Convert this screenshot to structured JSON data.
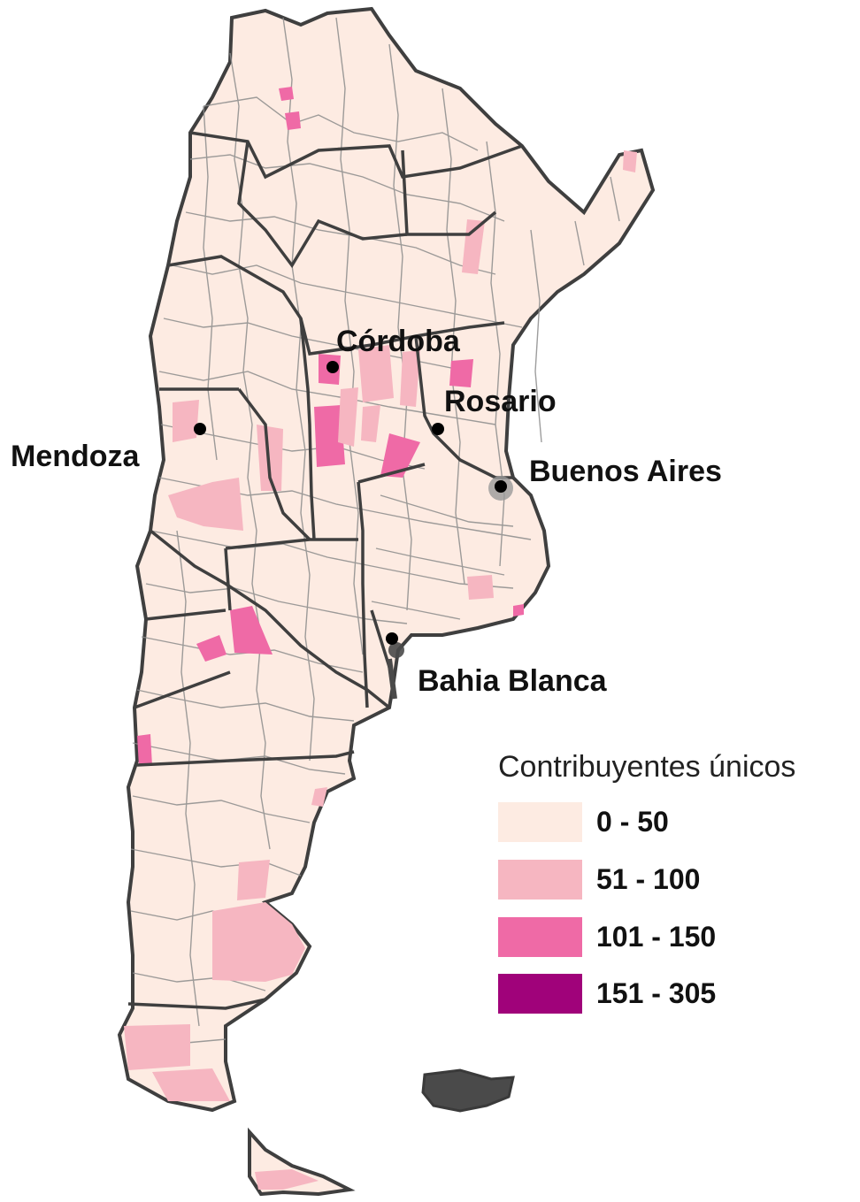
{
  "map": {
    "colors": {
      "land": "#fdebe2",
      "border_thin": "#8c8c8c",
      "border_province": "#3f3f3f",
      "class1": "#fdebe2",
      "class2": "#f6b6c1",
      "class3": "#ef6aa6",
      "class4": "#a0027a",
      "city_dot": "#000000",
      "islands": "#4a4a4a"
    },
    "cities": [
      {
        "name": "Córdoba"
      },
      {
        "name": "Rosario"
      },
      {
        "name": "Mendoza"
      },
      {
        "name": "Buenos Aires"
      },
      {
        "name": "Bahia Blanca"
      }
    ]
  },
  "legend": {
    "title": "Contribuyentes únicos",
    "items": [
      {
        "label": "0 - 50",
        "color": "#fdebe2"
      },
      {
        "label": "51 - 100",
        "color": "#f6b6c1"
      },
      {
        "label": "101 - 150",
        "color": "#ef6aa6"
      },
      {
        "label": "151 - 305",
        "color": "#a0027a"
      }
    ]
  }
}
